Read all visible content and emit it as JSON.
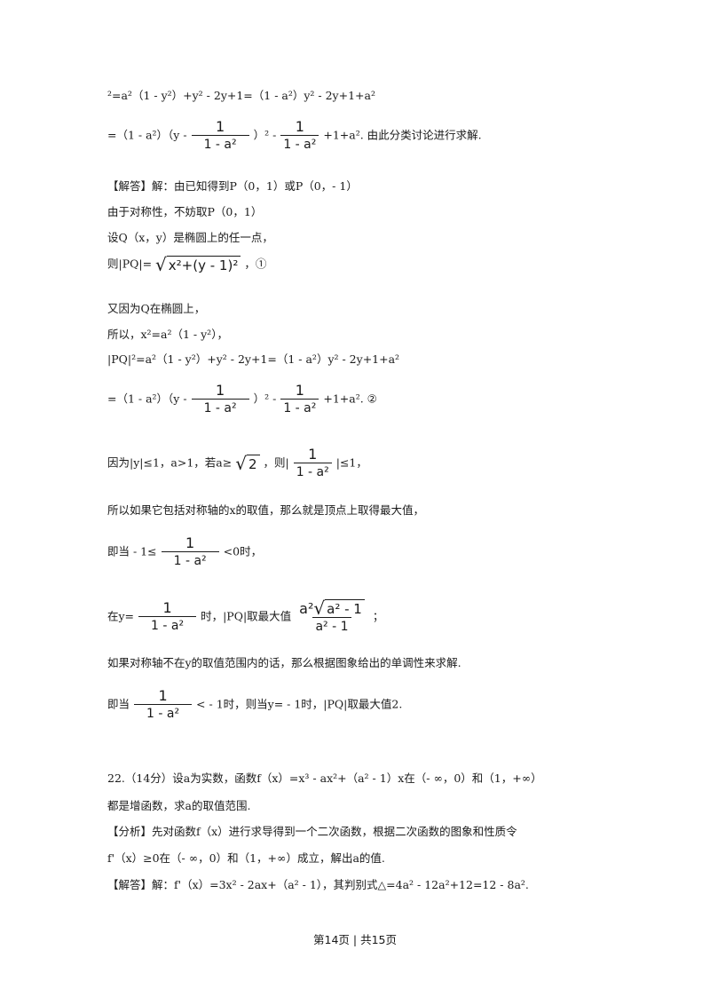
{
  "lines": {
    "l1": "²=a²（1 - y²）+y² - 2y+1=（1 - a²）y² - 2y+1+a²",
    "l2_a": "=（1 - a²）（y -",
    "l2_b": "）² -",
    "l2_c": "+1+a². 由此分类讨论进行求解.",
    "l3": "【解答】解：由已知得到P（0，1）或P（0，- 1）",
    "l4": "由于对称性，不妨取P（0，1）",
    "l5": "设Q（x，y）是椭圆上的任一点，",
    "l6_a": "则|PQ|=",
    "l6_rad": "x²+(y - 1)²",
    "l6_b": "，①",
    "l7": "又因为Q在椭圆上，",
    "l8": "所以，x²=a²（1 - y²），",
    "l9": "|PQ|²=a²（1 - y²）+y² - 2y+1=（1 - a²）y² - 2y+1+a²",
    "l10_a": "=（1 - a²）（y -",
    "l10_b": "）² -",
    "l10_c": "+1+a². ②",
    "l11_a": "因为|y|≤1，a>1，若a≥",
    "l11_rad": "2",
    "l11_b": "，则|",
    "l11_c": "|≤1，",
    "l12": "所以如果它包括对称轴的x的取值，那么就是顶点上取得最大值，",
    "l13_a": "即当 - 1≤",
    "l13_b": "<0时，",
    "l14_a": "在y=",
    "l14_b": "时，|PQ|取最大值",
    "l14_num_a": "a²",
    "l14_num_rad": "a² - 1",
    "l14_den": "a² - 1",
    "l14_c": "；",
    "l15": "如果对称轴不在y的取值范围内的话，那么根据图象给出的单调性来求解.",
    "l16_a": "即当",
    "l16_b": "< - 1时，则当y= - 1时，|PQ|取最大值2.",
    "q22_a": "22.（14分）设a为实数，函数f（x）=x³ - ax²+（a² - 1）x在（- ∞，0）和（1，+∞）",
    "q22_b": "都是增函数，求a的取值范围.",
    "q22_c": "【分析】先对函数f（x）进行求导得到一个二次函数，根据二次函数的图象和性质令",
    "q22_d": "f'（x）≥0在（- ∞，0）和（1，+∞）成立，解出a的值.",
    "q22_e": "【解答】解：f'（x）=3x² - 2ax+（a² - 1），其判别式△=4a² - 12a²+12=12 - 8a²."
  },
  "fraction": {
    "num": "1",
    "den": "1 - a²"
  },
  "footer": "第14页 | 共15页"
}
